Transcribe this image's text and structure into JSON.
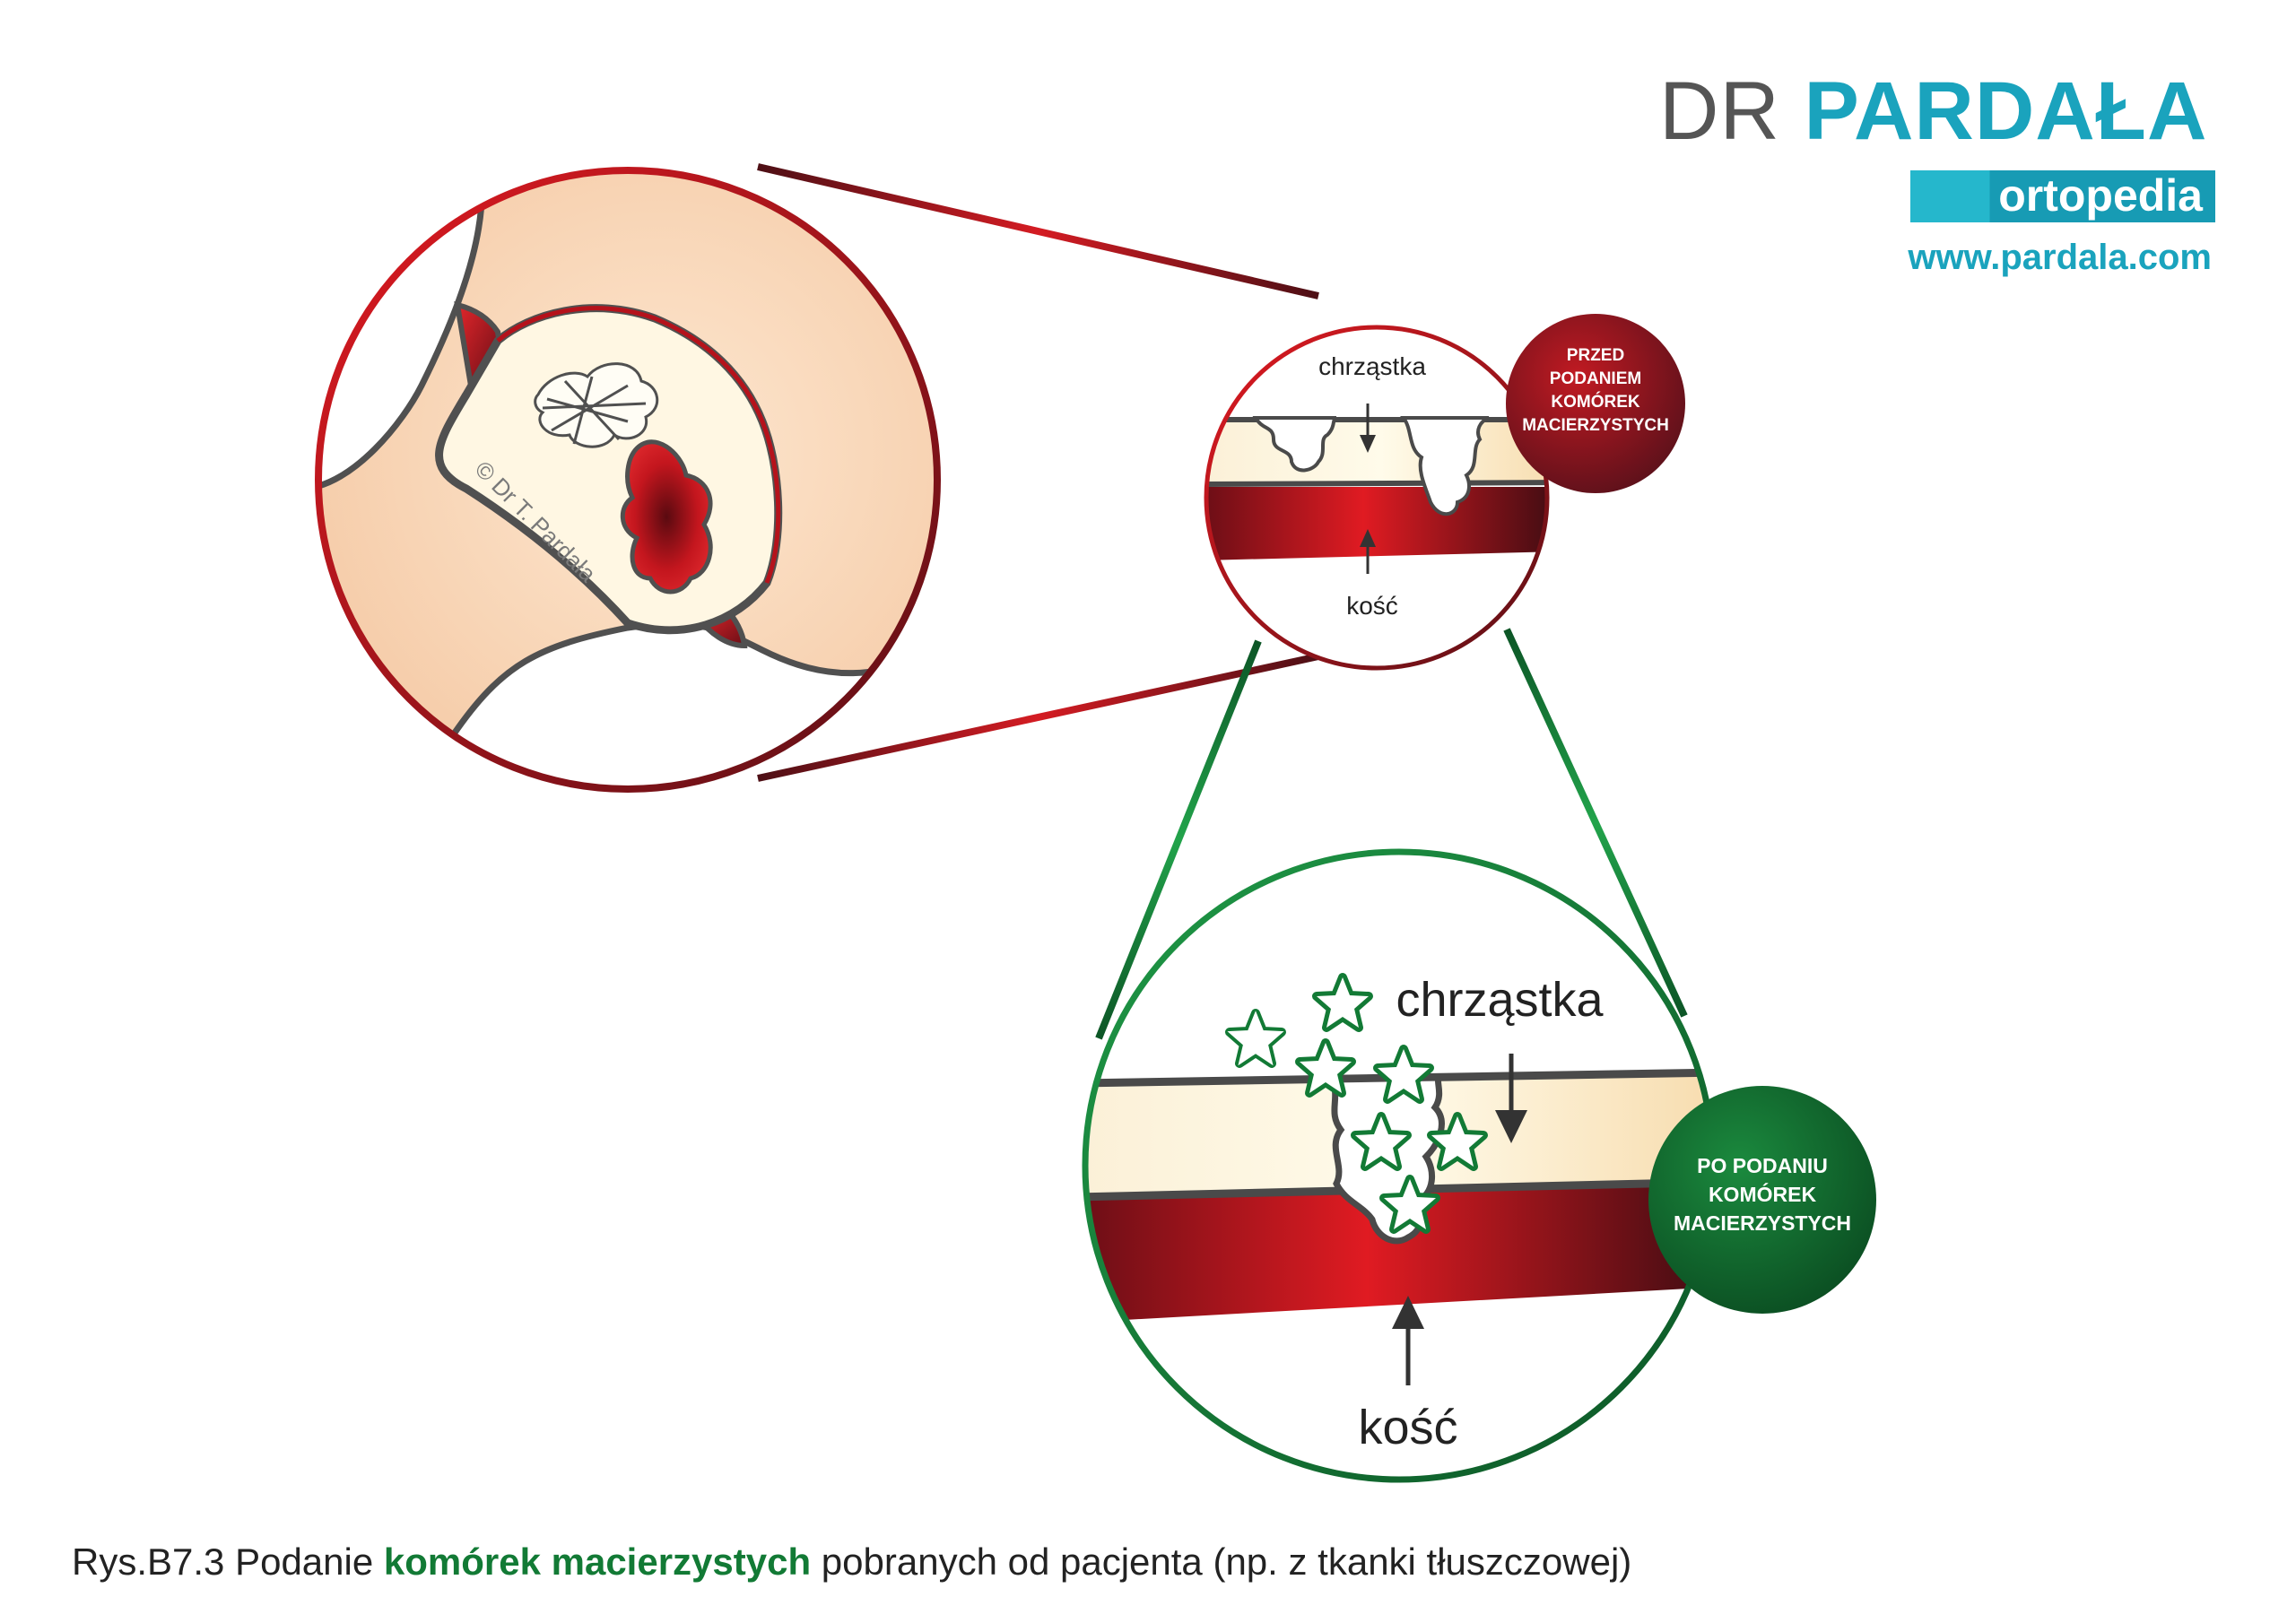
{
  "brand": {
    "name_prefix": "DR",
    "name_main": "PARDAŁA",
    "tagline": "ortopedia",
    "url": "www.pardala.com"
  },
  "left_panel": {
    "copyright": "© Dr T. Pardała"
  },
  "before_panel": {
    "label_cartilage": "chrząstka",
    "label_bone": "kość",
    "badge_lines": [
      "PRZED",
      "PODANIEM",
      "KOMÓREK",
      "MACIERZYSTYCH"
    ]
  },
  "after_panel": {
    "label_cartilage": "chrząstka",
    "label_bone": "kość",
    "badge_lines": [
      "PO PODANIU",
      "KOMÓREK",
      "MACIERZYSTYCH"
    ]
  },
  "caption": {
    "prefix": "Rys.B7.3 Podanie ",
    "highlight": "komórek macierzystych",
    "suffix": " pobranych od pacjenta (np. z tkanki tłuszczowej)"
  },
  "colors": {
    "brand_teal": "#1aa3bd",
    "red": "#cf1f25",
    "dark_red": "#4d0f15",
    "green": "#127a35",
    "cartilage": "#fdf3dc",
    "skin": "#f7cfae"
  }
}
